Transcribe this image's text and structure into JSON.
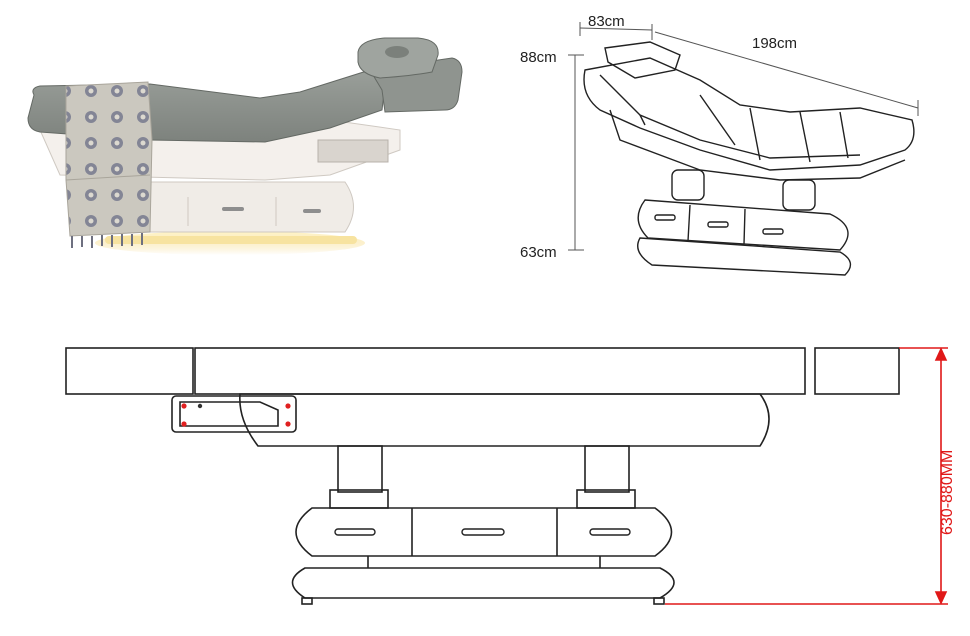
{
  "photo": {
    "description_icon": "massage-bed-photo",
    "colors": {
      "upholstery": "#8d928d",
      "upholstery_dark": "#6f746f",
      "frame": "#f2eeea",
      "runner": "#c9c6bd",
      "runner_pattern": "#6b6e86",
      "glow": "#f6d77a"
    }
  },
  "iso_drawing": {
    "labels": {
      "width": "83cm",
      "length": "198cm",
      "height_max": "88cm",
      "height_min": "63cm"
    }
  },
  "side_drawing": {
    "height_range_label": "630-880MM",
    "colors": {
      "dimension": "#e01818",
      "line": "#222222",
      "marker": "#e02020"
    }
  }
}
